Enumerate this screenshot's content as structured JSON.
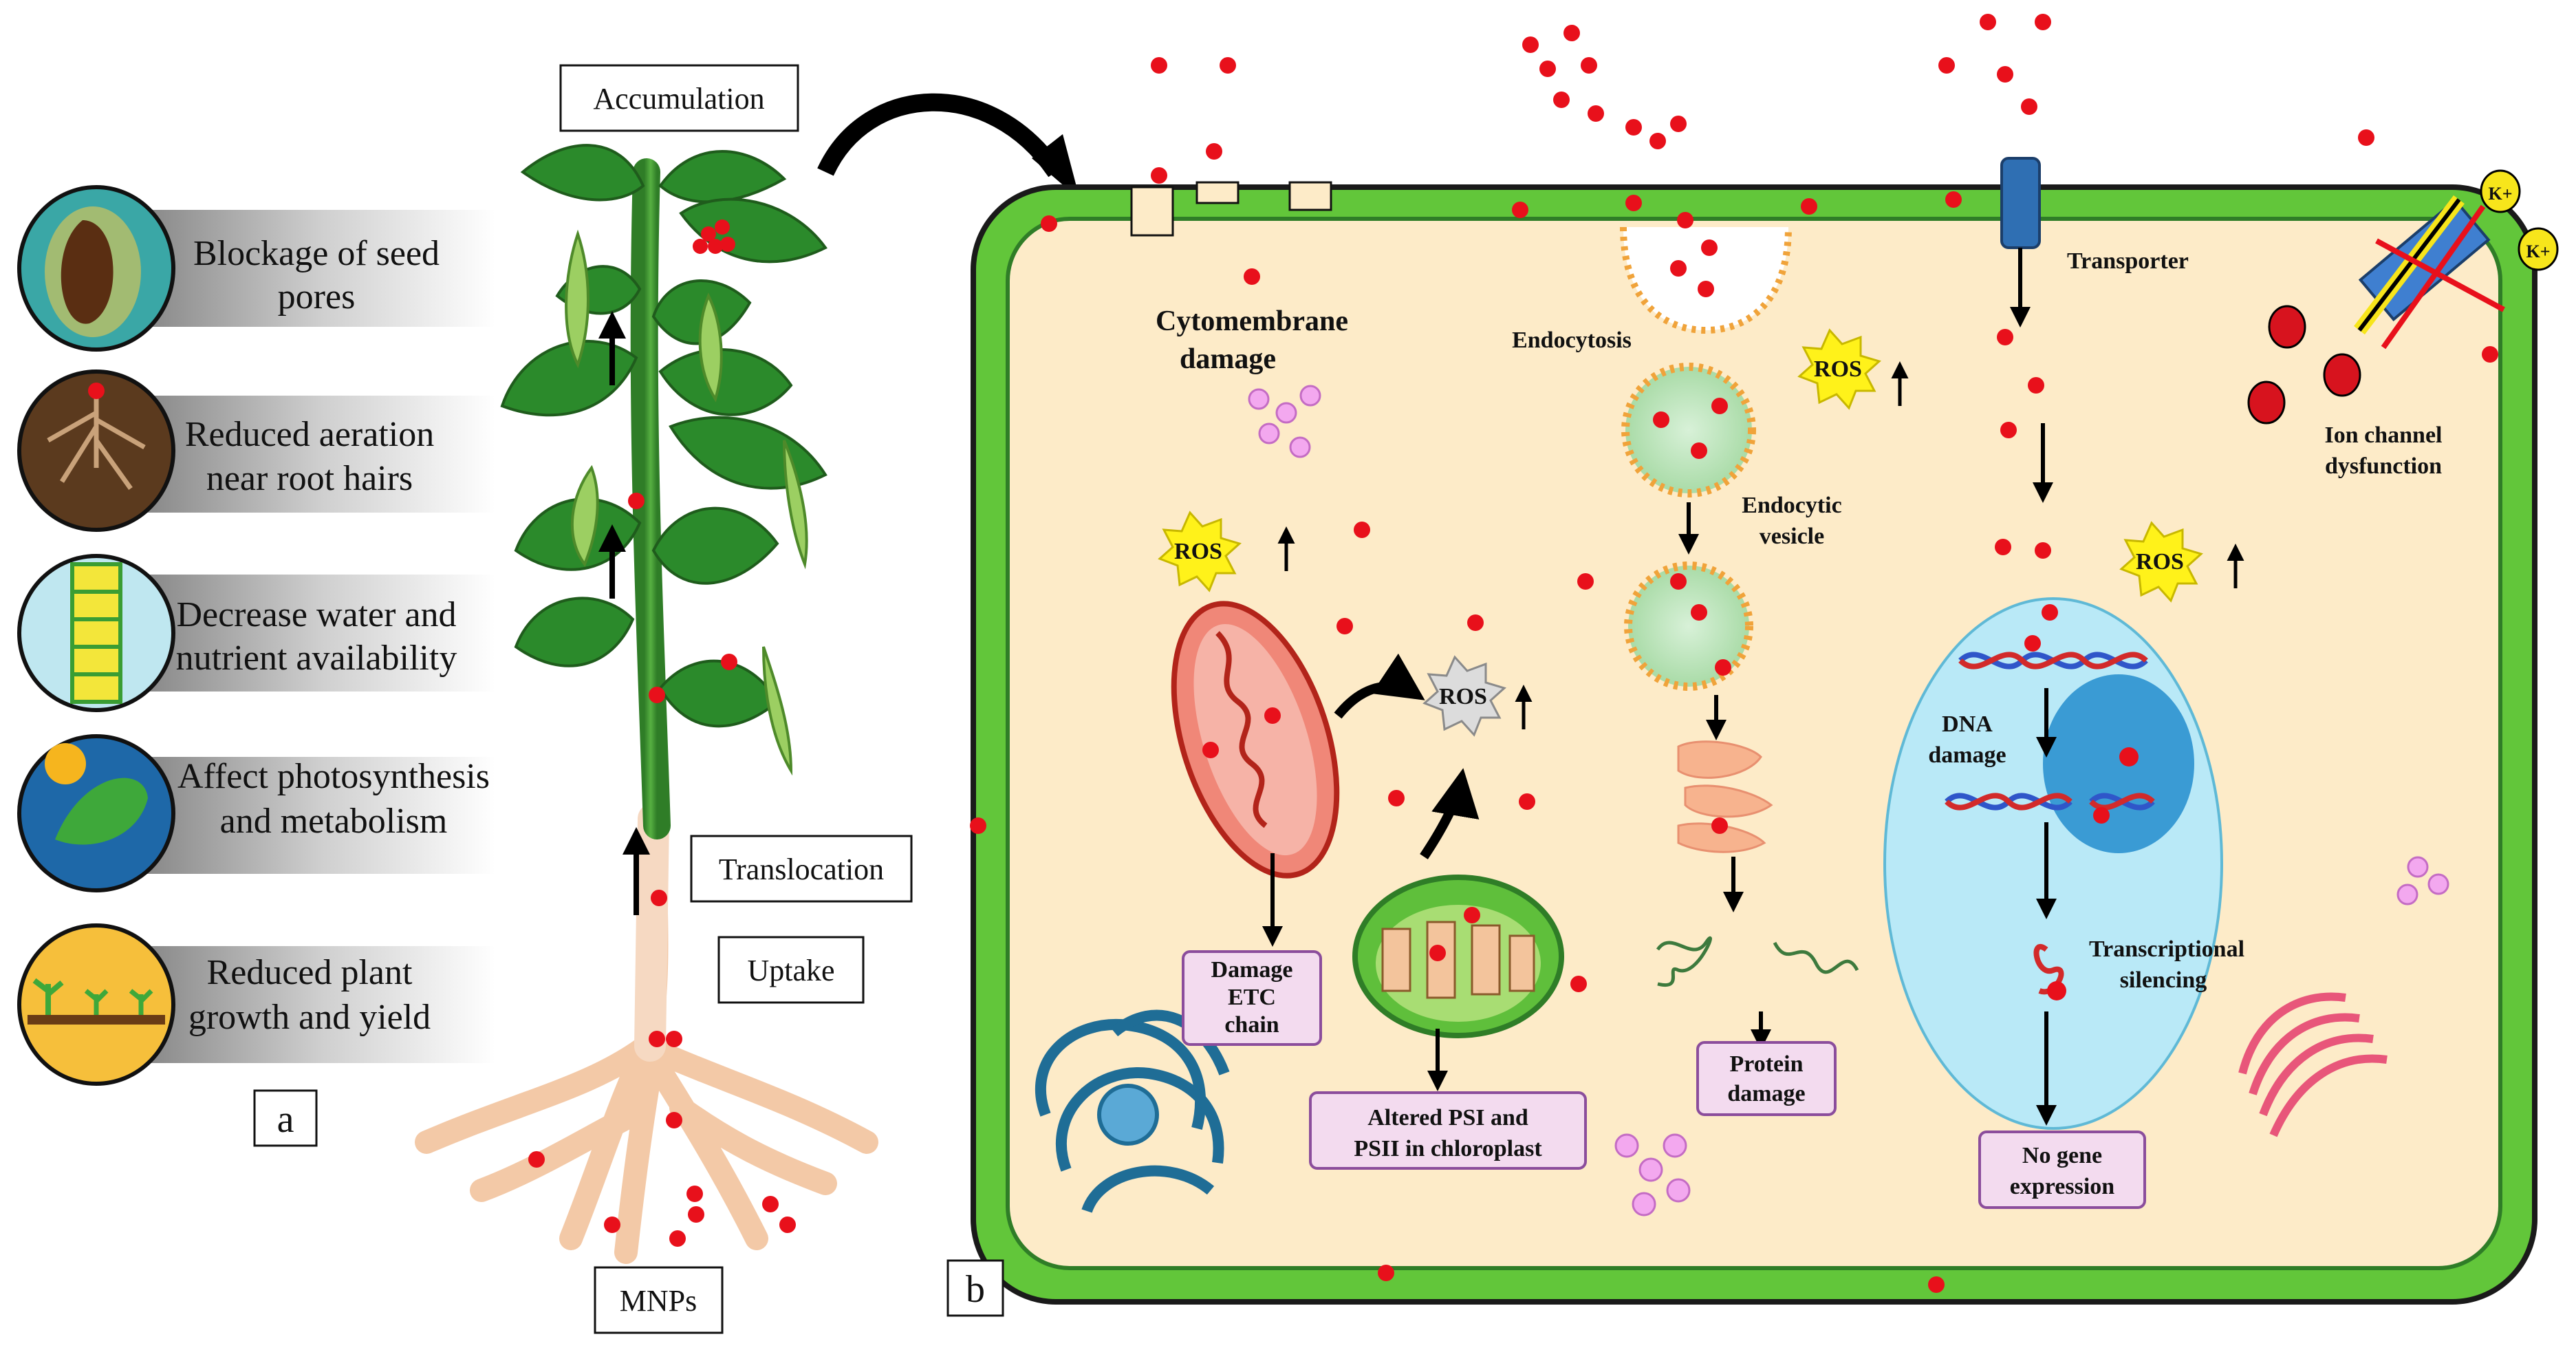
{
  "panel_a": {
    "label": "a",
    "effects": [
      {
        "line1": "Blockage of seed",
        "line2": "pores",
        "icon": "seed-icon"
      },
      {
        "line1": "Reduced aeration",
        "line2": "near root hairs",
        "icon": "root-soil-icon"
      },
      {
        "line1": "Decrease water and",
        "line2": "nutrient availability",
        "icon": "water-column-icon"
      },
      {
        "line1": "Affect photosynthesis",
        "line2": "and metabolism",
        "icon": "leaf-sun-icon"
      },
      {
        "line1": "Reduced plant",
        "line2": "growth and yield",
        "icon": "seedling-icon"
      }
    ],
    "plant_labels": {
      "accumulation": "Accumulation",
      "translocation": "Translocation",
      "uptake": "Uptake",
      "mnps": "MNPs"
    }
  },
  "panel_b": {
    "label": "b",
    "labels": {
      "cytomembrane": [
        "Cytomembrane",
        "damage"
      ],
      "endocytosis": "Endocytosis",
      "endocytic_vesicle": [
        "Endocytic",
        "vesicle"
      ],
      "transporter": "Transporter",
      "ion_channel": [
        "Ion channel",
        "dysfunction"
      ],
      "dna_damage": [
        "DNA",
        "damage"
      ],
      "transcriptional_silencing": [
        "Transcriptional",
        "silencing"
      ],
      "ros": "ROS",
      "k_plus": "K+"
    },
    "boxes": {
      "damage_etc": [
        "Damage",
        "ETC",
        "chain"
      ],
      "altered_ps": [
        "Altered PSI and",
        "PSII in chloroplast"
      ],
      "protein_damage": [
        "Protein",
        "damage"
      ],
      "no_gene_expression": [
        "No gene",
        "expression"
      ]
    }
  },
  "colors": {
    "cell_wall": "#62c63a",
    "cytoplasm": "#fdebc8",
    "particle": "#e8101b",
    "nucleus": "#b9e9f7",
    "ros_star": "#fff21a",
    "box_fill": "#f3dbef",
    "box_border": "#8b4d9c"
  }
}
